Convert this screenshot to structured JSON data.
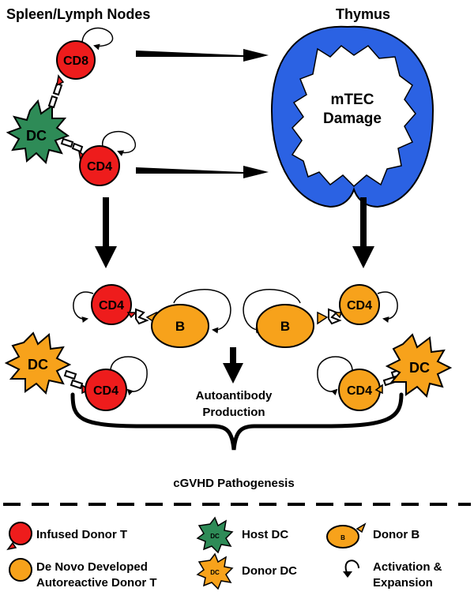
{
  "titles": {
    "left": "Spleen/Lymph Nodes",
    "right": "Thymus"
  },
  "thymus": {
    "label_line1": "mTEC",
    "label_line2": "Damage"
  },
  "cells": {
    "cd8": "CD8",
    "cd4": "CD4",
    "dc": "DC",
    "b": "B"
  },
  "center": {
    "autoantibody_line1": "Autoantibody",
    "autoantibody_line2": "Production",
    "pathogenesis": "cGVHD Pathogenesis"
  },
  "legend": {
    "infused": "Infused Donor T",
    "host_dc": "Host DC",
    "donor_b": "Donor B",
    "denovo_line1": "De Novo Developed",
    "denovo_line2": "Autoreactive Donor T",
    "donor_dc": "Donor DC",
    "activation_line1": "Activation &",
    "activation_line2": "Expansion",
    "icon_b": "B",
    "icon_dc": "DC"
  },
  "colors": {
    "red": "#ee1c1c",
    "orange": "#f7a21b",
    "green": "#2e8b57",
    "blue": "#2b62e3"
  }
}
